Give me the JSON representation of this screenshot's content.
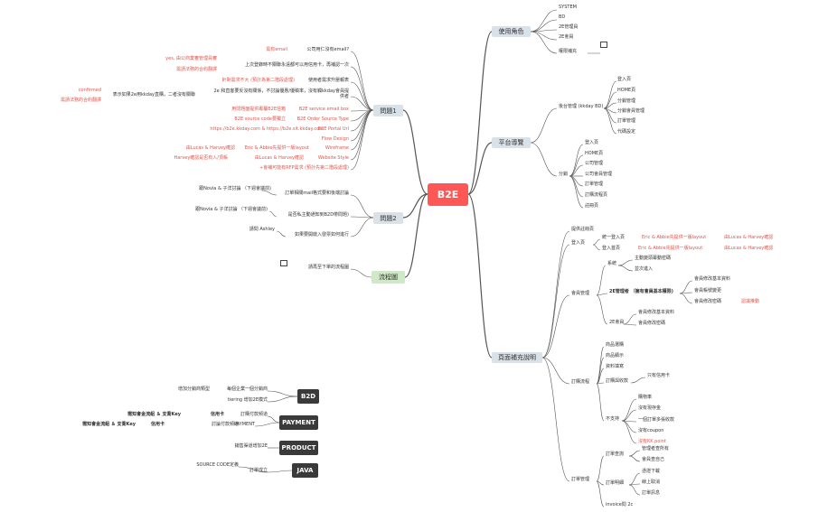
{
  "root": "B2E",
  "roles": {
    "label": "使用角色",
    "items": [
      "SYSTEM",
      "BD",
      "2E管理員",
      "2E會員"
    ],
    "perm": "權限補充"
  },
  "platform": {
    "label": "平台導覽",
    "backend": {
      "label": "後台管理 (kkday BD)",
      "items": [
        "登入頁",
        "HOME頁",
        "分銷管理",
        "分銷會員管理",
        "訂單管理",
        "代碼設定"
      ]
    },
    "frontend": {
      "label": "分銷",
      "items": [
        "登入頁",
        "HOME頁",
        "公司管理",
        "公司會員管理",
        "訂單管理",
        "訂購流程頁",
        "註冊頁"
      ]
    }
  },
  "q1": {
    "label": "問題1",
    "items": [
      {
        "r": "公司用仁沒有email?",
        "l": "需有email"
      },
      {
        "r": "上次登錄時不關聯永遠都可以用信用卡，再補認一次",
        "l": "yes, 由公商業審管理員審"
      },
      {
        "r": "使用者需求升壓報表",
        "l": "針對需求不大 (預計為第二階段處理)"
      },
      {
        "r": "表示如果2e用kkday直購，二者沒有關聯",
        "l": "2e 和直客要反沒有關係，不討論優惠/優稿率，沒有觸kkday會員提供者"
      },
      {
        "r": "B2E service email box",
        "l": "用問題面提供專屬B2E信箱"
      },
      {
        "r": "B2E Order Source Type",
        "l": "B2E source code要獨立"
      },
      {
        "r": "B2E Portal Url",
        "l": "https://b2e.kkday.com & https://b2e.sit.kkday.com"
      },
      {
        "r": "Flow Design",
        "l": ""
      },
      {
        "r": "Wireframe",
        "l": "Eric & Abbie先提供一版layout"
      },
      {
        "r": "Website Style",
        "l": "由Lucas & Harvey確認"
      },
      {
        "r": "",
        "l": "Harvey確認是否有入/頂帳"
      },
      {
        "r": "",
        "l": "+會補可能有RFP需求 (預計先第二階段處理)"
      }
    ],
    "left2": [
      {
        "a": "confirmed"
      },
      {
        "a": "需請法務的合約翻譯"
      }
    ],
    "left3": "需請法務的合約翻譯",
    "l2b": "由Lucas & Harvey確認"
  },
  "q2": {
    "label": "問題2",
    "items": [
      {
        "r": "訂單相關mail格式要和後端討論",
        "l": "跟Novia & 子洋討論 （下週會議前)"
      },
      {
        "r": "是否私主動通知到B2D帶問題)",
        "l": "跟Novia & 子洋討論 （下週會議前)"
      },
      {
        "r": "如果要開啟入發票如何進行",
        "l": "請問 Ashley"
      }
    ]
  },
  "flow": {
    "label": "流程圖",
    "item": "請再至下單的流程圖"
  },
  "page_notes": {
    "label": "頁面補充說明",
    "provide": "提供註冊頁",
    "login": {
      "label": "登入頁",
      "items": [
        {
          "a": "統一登入頁",
          "b": "Eric & Abbie先提供一版layout",
          "c": "由Lucas & Harvey確認"
        },
        {
          "a": "登入首頁",
          "b": "Eric & Abbie先提供一版layout",
          "c": "由Lucas & Harvey確認"
        }
      ]
    },
    "member": {
      "label": "會員管理",
      "system": {
        "label": "系統",
        "items": [
          "主動變頭幕動密碼",
          "並次進入"
        ]
      },
      "admin": {
        "label": "2E管理者 （擁有會員基本權限)",
        "items": [
          "會員修改基本資料",
          "會員帳號變更",
          "會員修改密碼"
        ],
        "note": "認識推動"
      },
      "member2": {
        "label": "2E會員",
        "items": [
          "會員修改基本資料",
          "會員修改密碼"
        ]
      }
    },
    "order_flow": {
      "label": "訂購流程",
      "items": [
        "商品選購",
        "商品顯示",
        "資料填寫",
        "訂購與收款"
      ],
      "card": "只有信用卡",
      "nosupport": {
        "label": "不支持",
        "items": [
          "購物車",
          "沒有現存金",
          "一個訂單多張收款",
          "沒有coupon",
          "沒有KK point"
        ]
      }
    },
    "order_mgmt": {
      "label": "訂單管理",
      "query": {
        "label": "訂單查詢",
        "items": [
          "管理者查所有",
          "會員查自己"
        ]
      },
      "detail": {
        "label": "訂單明細",
        "items": [
          "憑證下載",
          "線上取消",
          "訂單訊息"
        ]
      },
      "invoice": "invoice問 2c"
    }
  },
  "b2d": {
    "label": "B2D",
    "items": [
      {
        "r": "每個企業一個分銷商",
        "l": "增加分銷商類型"
      },
      {
        "r": "tiering 增加2E模式",
        "l": ""
      }
    ]
  },
  "payment": {
    "label": "PAYMENT",
    "items": [
      {
        "r": "訂購付款頻道",
        "m": "信用卡",
        "l": "需知會金流組 ＆ 支喬Key"
      },
      {
        "r": "PAYMENT",
        "m": "討論付款頻道",
        "l": ""
      },
      {
        "r": "",
        "m": "信用卡",
        "l": "需知會金流組 ＆ 支喬Key"
      }
    ]
  },
  "product": {
    "label": "PRODUCT",
    "item": "銷售渠道增加2E"
  },
  "java": {
    "label": "JAVA",
    "items": [
      {
        "r": "訂單成立",
        "l": "SOURCE CODE定義"
      }
    ]
  },
  "colors": {
    "root": "#ff5656",
    "link": "#555555",
    "red": "#e0564c"
  }
}
